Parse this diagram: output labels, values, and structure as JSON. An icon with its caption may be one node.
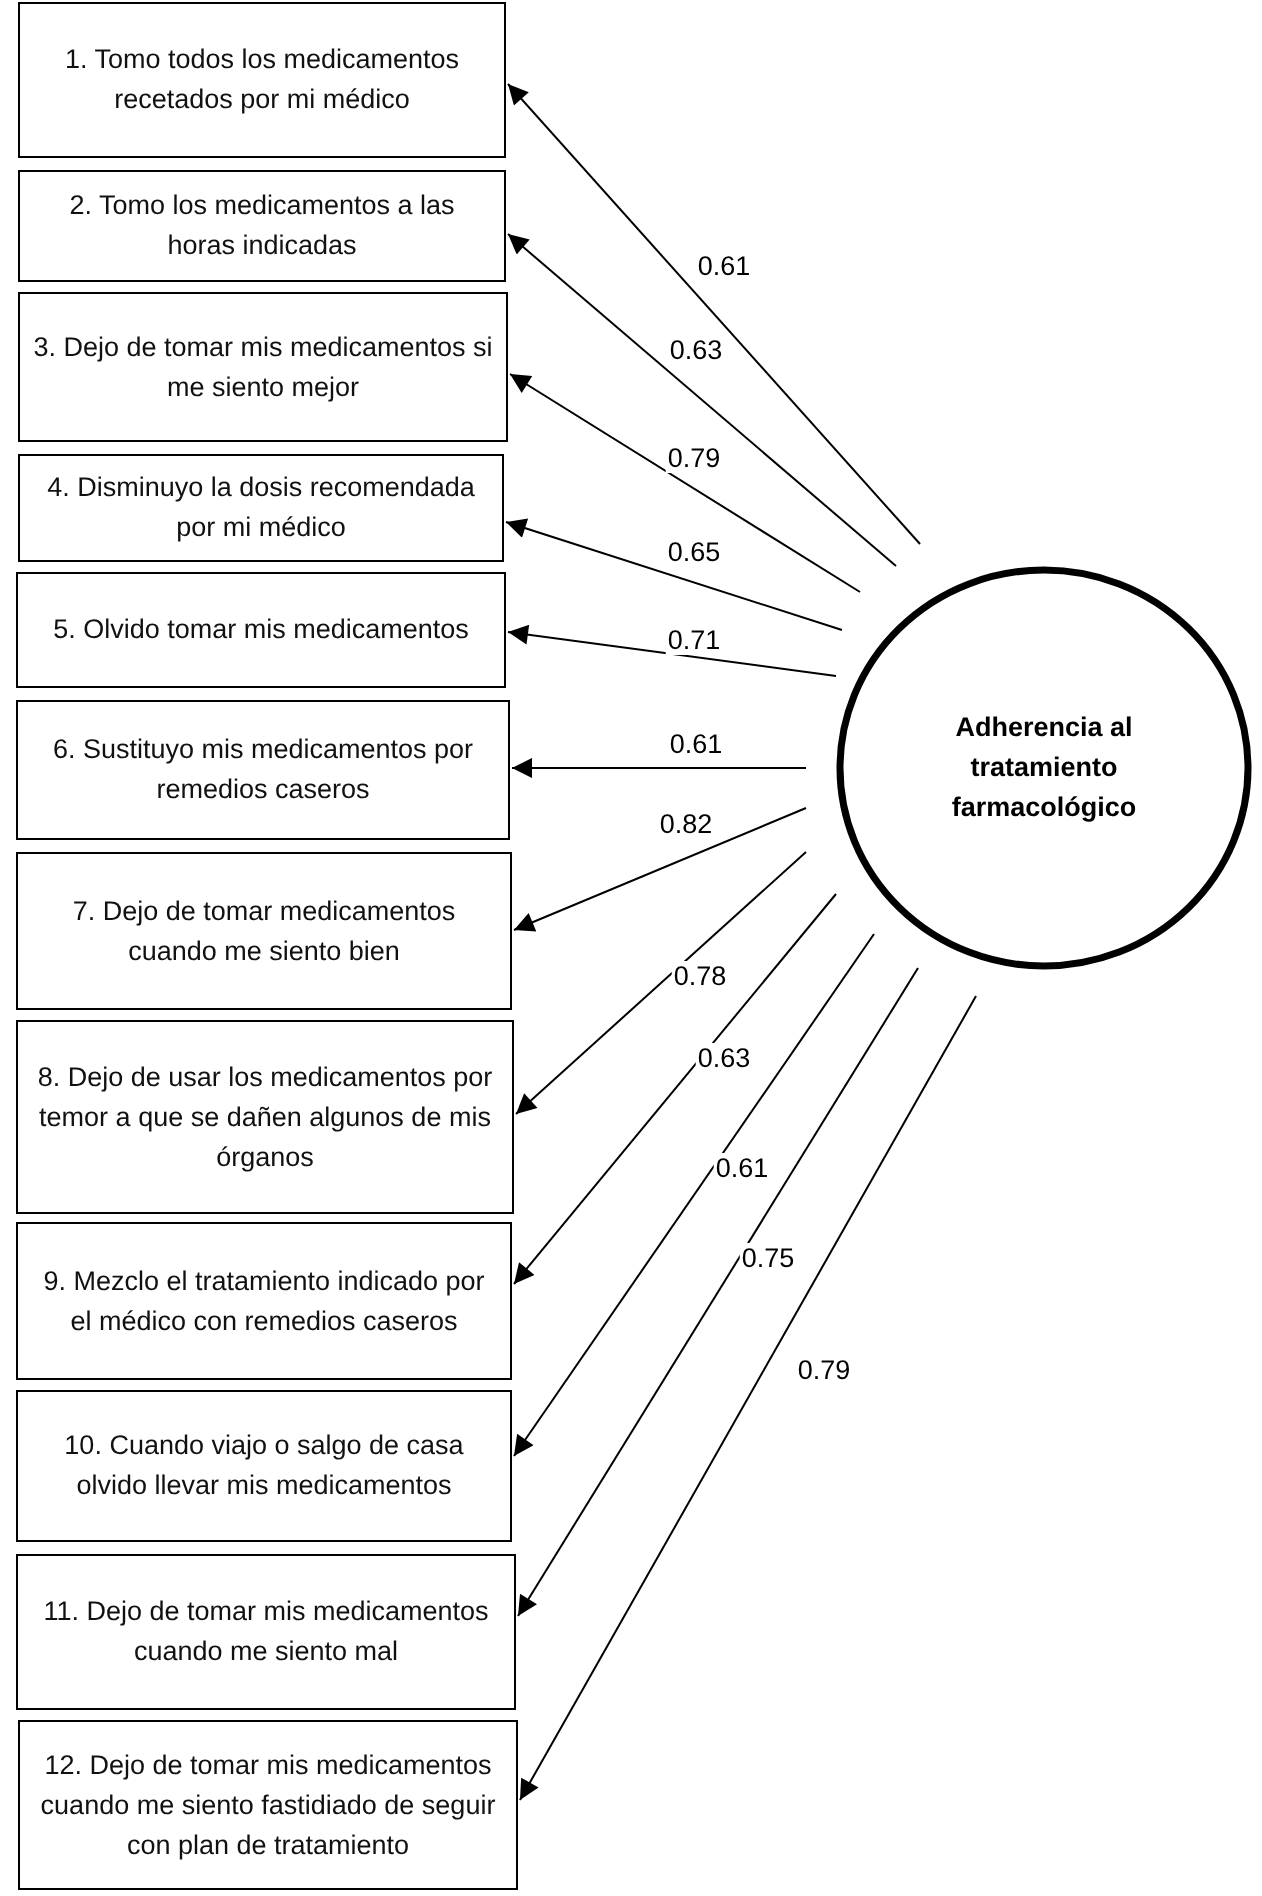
{
  "diagram": {
    "nodes": [
      {
        "text": [
          "1. Tomo todos los medicamentos recetados por mi médico"
        ]
      },
      {
        "text": [
          "2. Tomo los medicamentos a las horas indicadas"
        ]
      },
      {
        "text": [
          "3. Dejo de tomar mis medicamentos si me siento mejor"
        ]
      },
      {
        "text": [
          "4. Disminuyo la dosis recomendada por mi médico"
        ]
      },
      {
        "text": [
          "5. Olvido tomar mis medicamentos"
        ]
      },
      {
        "text": [
          "6. Sustituyo mis medicamentos por remedios caseros"
        ]
      },
      {
        "text": [
          "7. Dejo de tomar medicamentos cuando me siento bien"
        ]
      },
      {
        "text": [
          "8. Dejo de usar los medicamentos por temor a que se dañen algunos de mis órganos"
        ]
      },
      {
        "text": [
          "9. Mezclo el tratamiento indicado por el médico con remedios caseros"
        ]
      },
      {
        "text": [
          "10. Cuando viajo o salgo de casa olvido llevar mis medicamentos"
        ]
      },
      {
        "text": [
          "11. Dejo de tomar mis medicamentos cuando me siento mal"
        ]
      },
      {
        "text": [
          "12. Dejo de tomar mis medicamentos cuando me siento fastidiado de seguir con plan de tratamiento"
        ]
      },
      {
        "text": [
          "Adherencia al tratamiento farmacológico"
        ]
      }
    ],
    "edges": [
      {
        "from": 12,
        "to": 0,
        "arrow": "to",
        "label": "0.61"
      },
      {
        "from": 12,
        "to": 1,
        "arrow": "to",
        "label": "0.63"
      },
      {
        "from": 12,
        "to": 2,
        "arrow": "to",
        "label": "0.79"
      },
      {
        "from": 12,
        "to": 3,
        "arrow": "to",
        "label": "0.65"
      },
      {
        "from": 12,
        "to": 4,
        "arrow": "to",
        "label": "0.71"
      },
      {
        "from": 12,
        "to": 5,
        "arrow": "to",
        "label": "0.61"
      },
      {
        "from": 12,
        "to": 6,
        "arrow": "to",
        "label": "0.82"
      },
      {
        "from": 12,
        "to": 7,
        "arrow": "to",
        "label": "0.78"
      },
      {
        "from": 12,
        "to": 8,
        "arrow": "to",
        "label": "0.63"
      },
      {
        "from": 12,
        "to": 9,
        "arrow": "to",
        "label": "0.61"
      },
      {
        "from": 12,
        "to": 10,
        "arrow": "to",
        "label": "0.75"
      },
      {
        "from": 12,
        "to": 11,
        "arrow": "to",
        "label": "0.79"
      }
    ]
  }
}
